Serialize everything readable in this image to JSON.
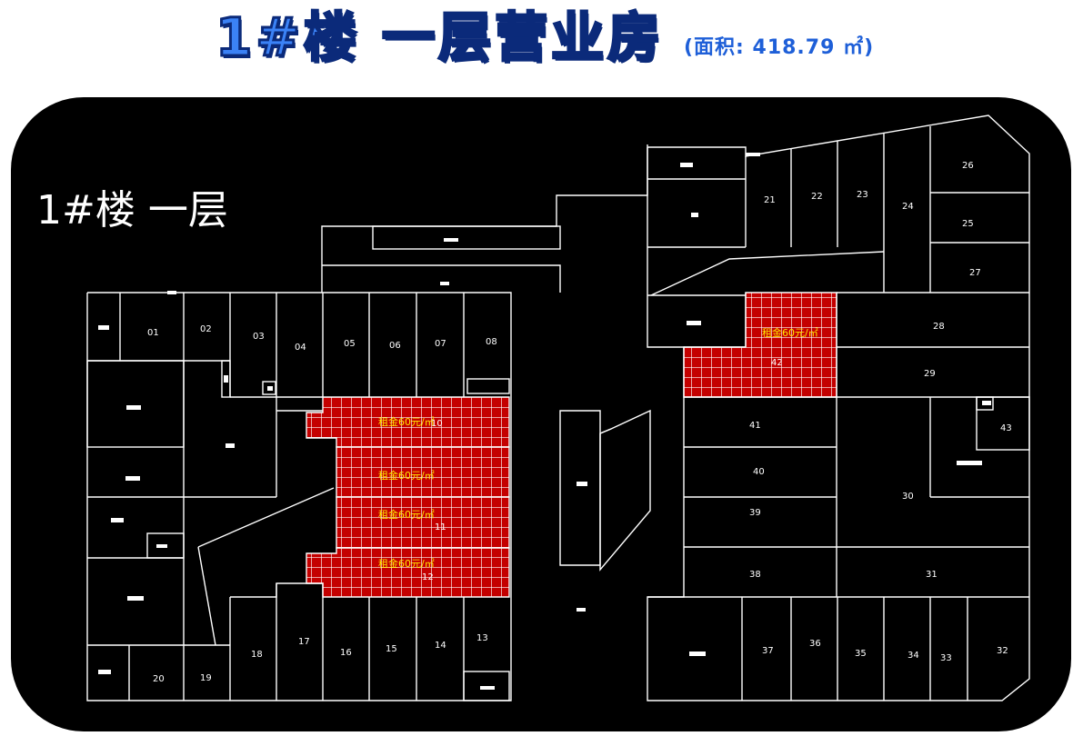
{
  "header": {
    "title": "1#楼  一层营业房",
    "area_note": "(面积: 418.79 ㎡)"
  },
  "floor_label": "1#楼 一层",
  "price_label": "租金60元/㎡",
  "units": {
    "u01": "01",
    "u02": "02",
    "u03": "03",
    "u04": "04",
    "u05": "05",
    "u06": "06",
    "u07": "07",
    "u08": "08",
    "u10": "10",
    "u11": "11",
    "u12": "12",
    "u13": "13",
    "u14": "14",
    "u15": "15",
    "u16": "16",
    "u17": "17",
    "u18": "18",
    "u19": "19",
    "u20": "20",
    "u21": "21",
    "u22": "22",
    "u23": "23",
    "u24": "24",
    "u25": "25",
    "u26": "26",
    "u27": "27",
    "u28": "28",
    "u29": "29",
    "u30": "30",
    "u31": "31",
    "u32": "32",
    "u33": "33",
    "u34": "34",
    "u35": "35",
    "u36": "36",
    "u37": "37",
    "u38": "38",
    "u39": "39",
    "u40": "40",
    "u41": "41",
    "u42": "42",
    "u43": "43"
  },
  "colors": {
    "title_fill": "#3b82f6",
    "title_outline": "#0b2a7a",
    "board": "#000000",
    "wall": "#ffffff",
    "available_fill": "#c40000",
    "price_text": "#ffe600"
  }
}
